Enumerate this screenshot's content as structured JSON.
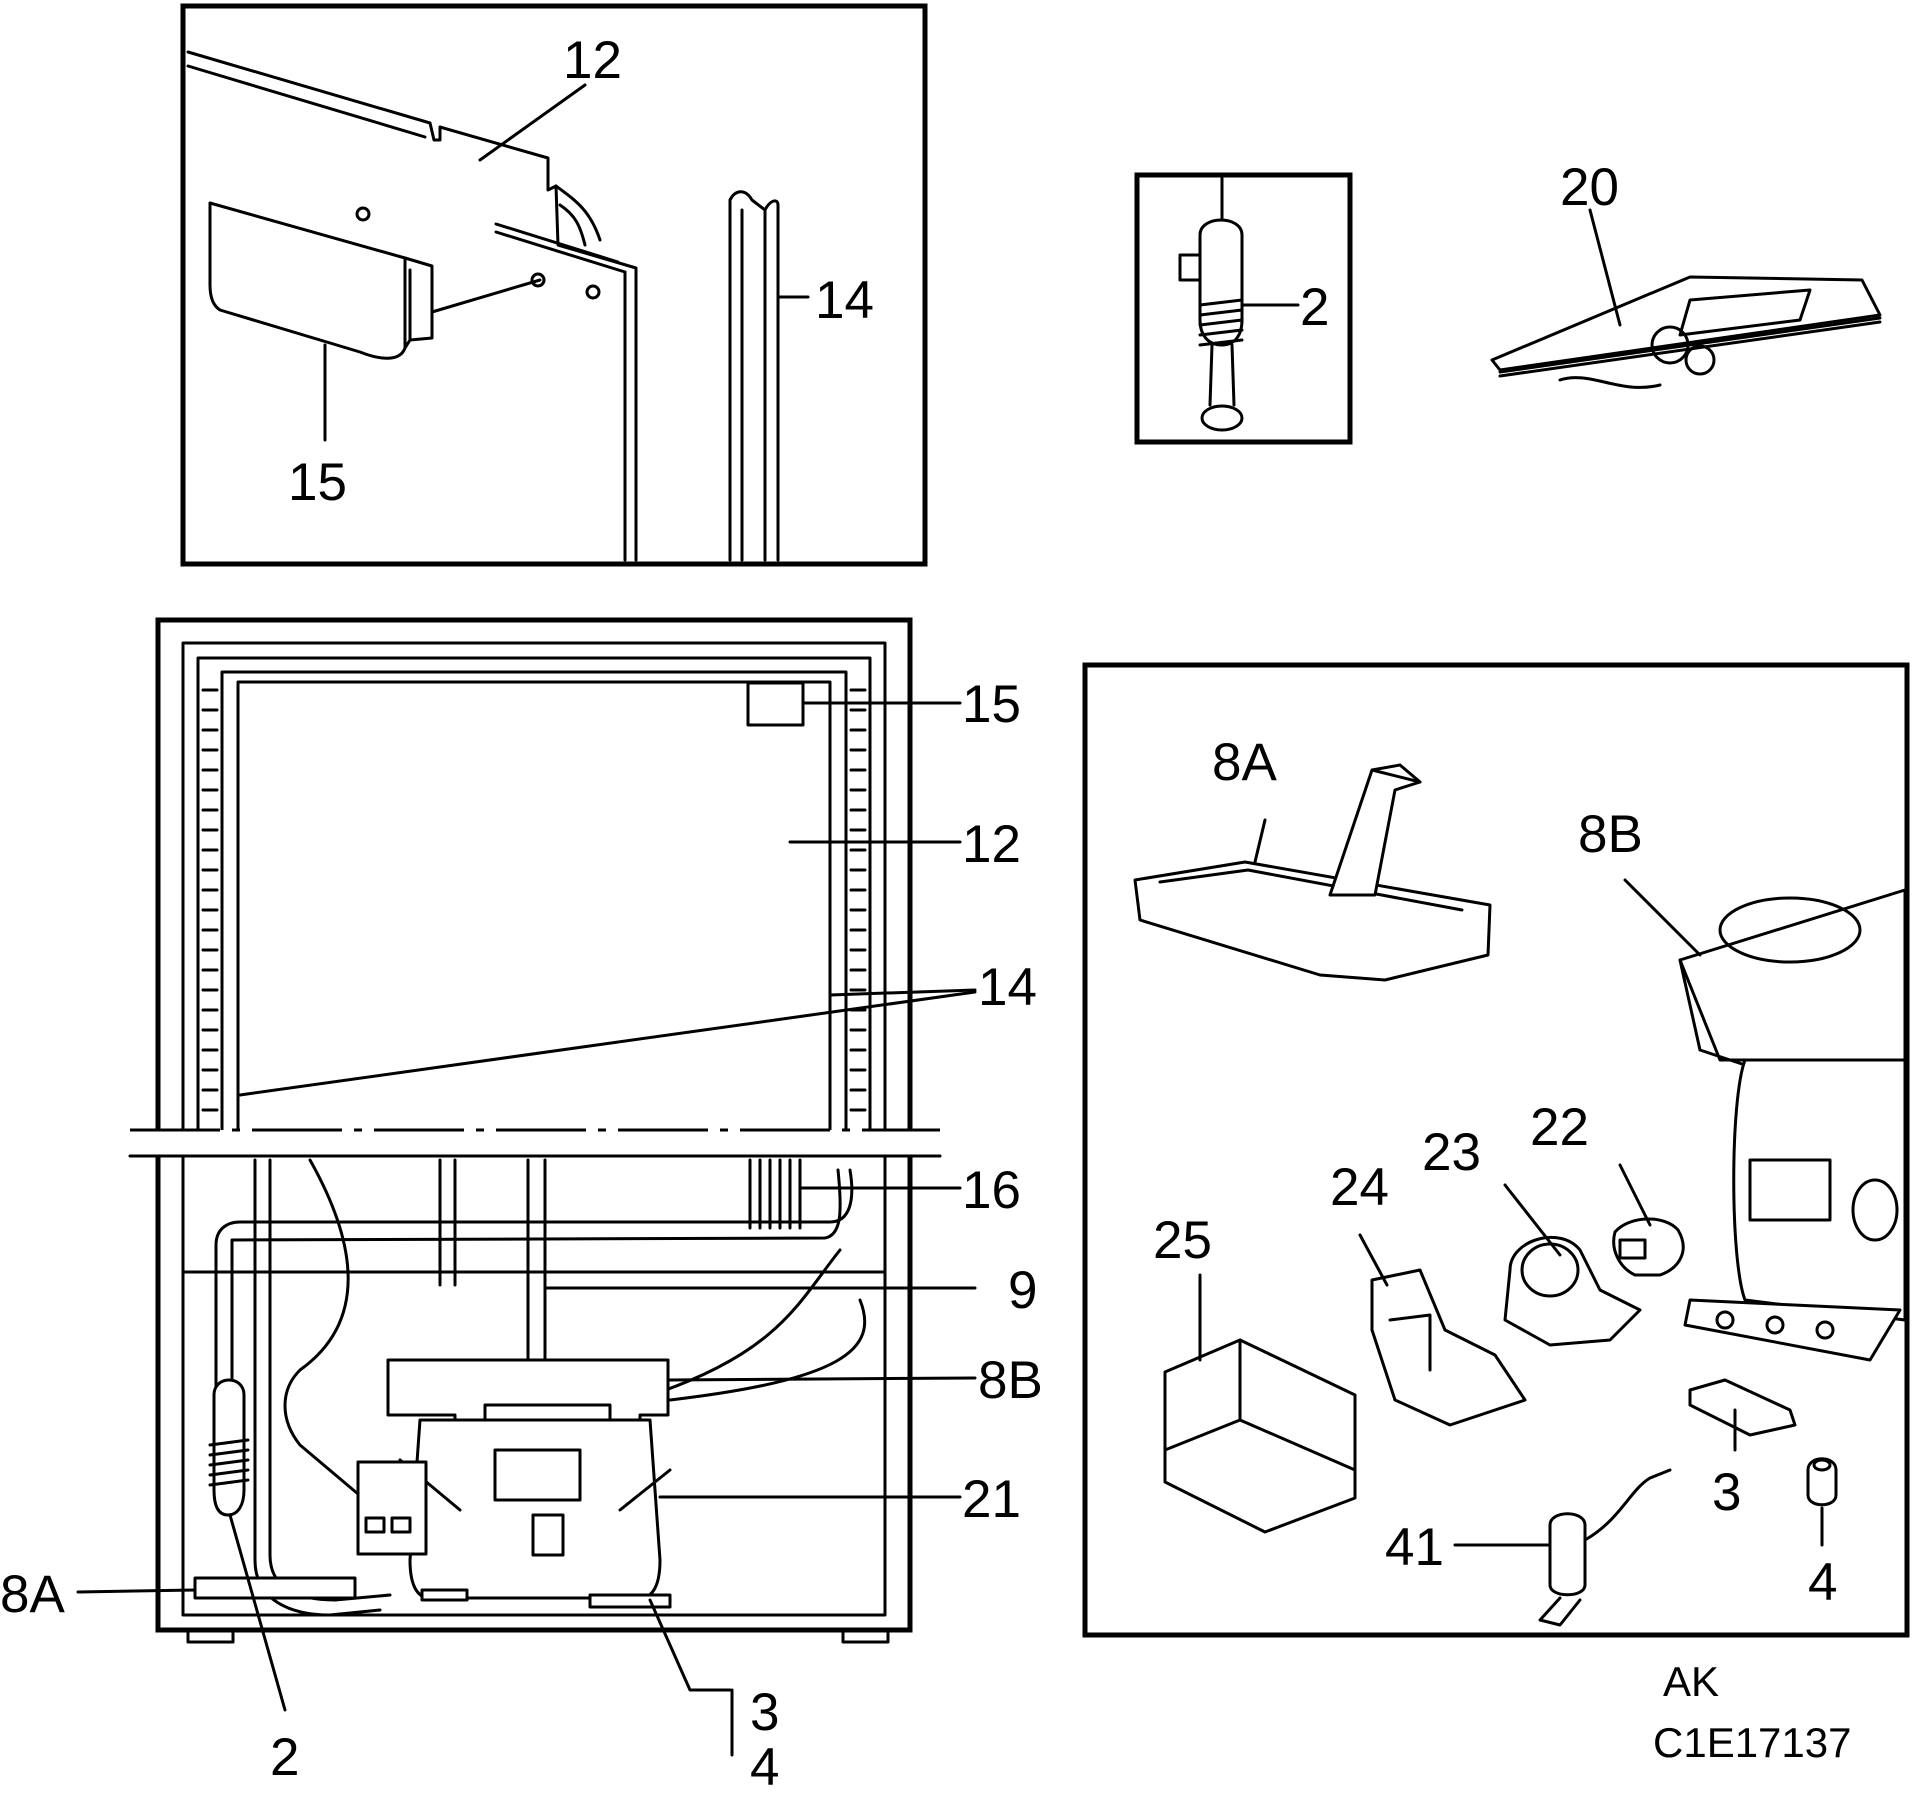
{
  "callouts": {
    "top_left_panel": {
      "c12": "12",
      "c14": "14",
      "c15": "15"
    },
    "thermostat_inset": {
      "c2": "2"
    },
    "manual": {
      "c20": "20"
    },
    "cabinet": {
      "c15": "15",
      "c12": "12",
      "c14": "14",
      "c16": "16",
      "c9": "9",
      "c8b": "8B",
      "c21": "21",
      "c8a": "8A",
      "c2": "2",
      "c3": "3",
      "c4": "4"
    },
    "compressor_parts": {
      "c8a": "8A",
      "c8b": "8B",
      "c25": "25",
      "c24": "24",
      "c23": "23",
      "c22": "22",
      "c3": "3",
      "c41": "41",
      "c4": "4"
    }
  },
  "footer": {
    "code_line1": "AK",
    "code_line2": "C1E17137"
  }
}
